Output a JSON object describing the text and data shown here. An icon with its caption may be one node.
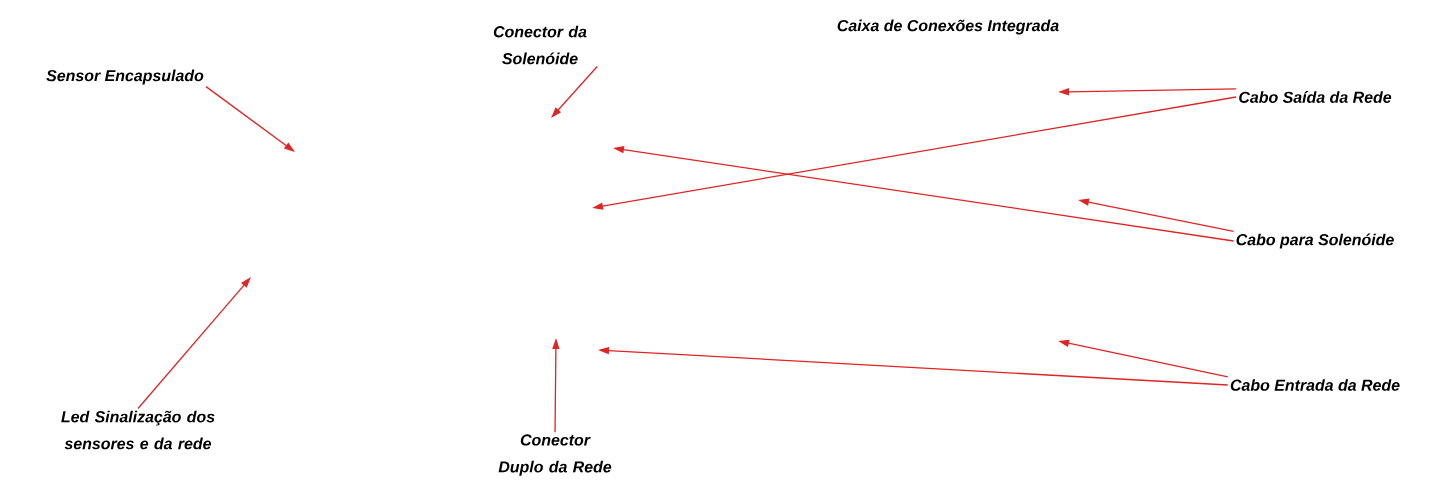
{
  "diagram": {
    "nodes": [
      {
        "text": [
          "Sensor Encapsulado"
        ]
      },
      {
        "text": [
          "Conector da Solenóide"
        ]
      },
      {
        "text": [
          "Cabo Saída da Rede"
        ]
      },
      {
        "text": [
          "Cabo para Solenóide"
        ]
      },
      {
        "text": [
          "Cabo Entrada da Rede"
        ]
      },
      {
        "text": [
          "Led Sinalização dos sensores e da rede"
        ]
      },
      {
        "text": [
          "Conector Duplo da Rede"
        ]
      }
    ],
    "edges": [
      {
        "from": 0,
        "to": null,
        "arrow": "to"
      },
      {
        "from": 1,
        "to": null,
        "arrow": "to"
      },
      {
        "from": 2,
        "to": null,
        "arrow": "to"
      },
      {
        "from": 2,
        "to": null,
        "arrow": "to"
      },
      {
        "from": 3,
        "to": null,
        "arrow": "to"
      },
      {
        "from": 3,
        "to": null,
        "arrow": "to"
      },
      {
        "from": 4,
        "to": null,
        "arrow": "to"
      },
      {
        "from": 4,
        "to": null,
        "arrow": "to"
      },
      {
        "from": 5,
        "to": null,
        "arrow": "to"
      },
      {
        "from": 6,
        "to": null,
        "arrow": "to"
      }
    ],
    "labels": [
      "Caixa de Conexões Integrada"
    ]
  }
}
